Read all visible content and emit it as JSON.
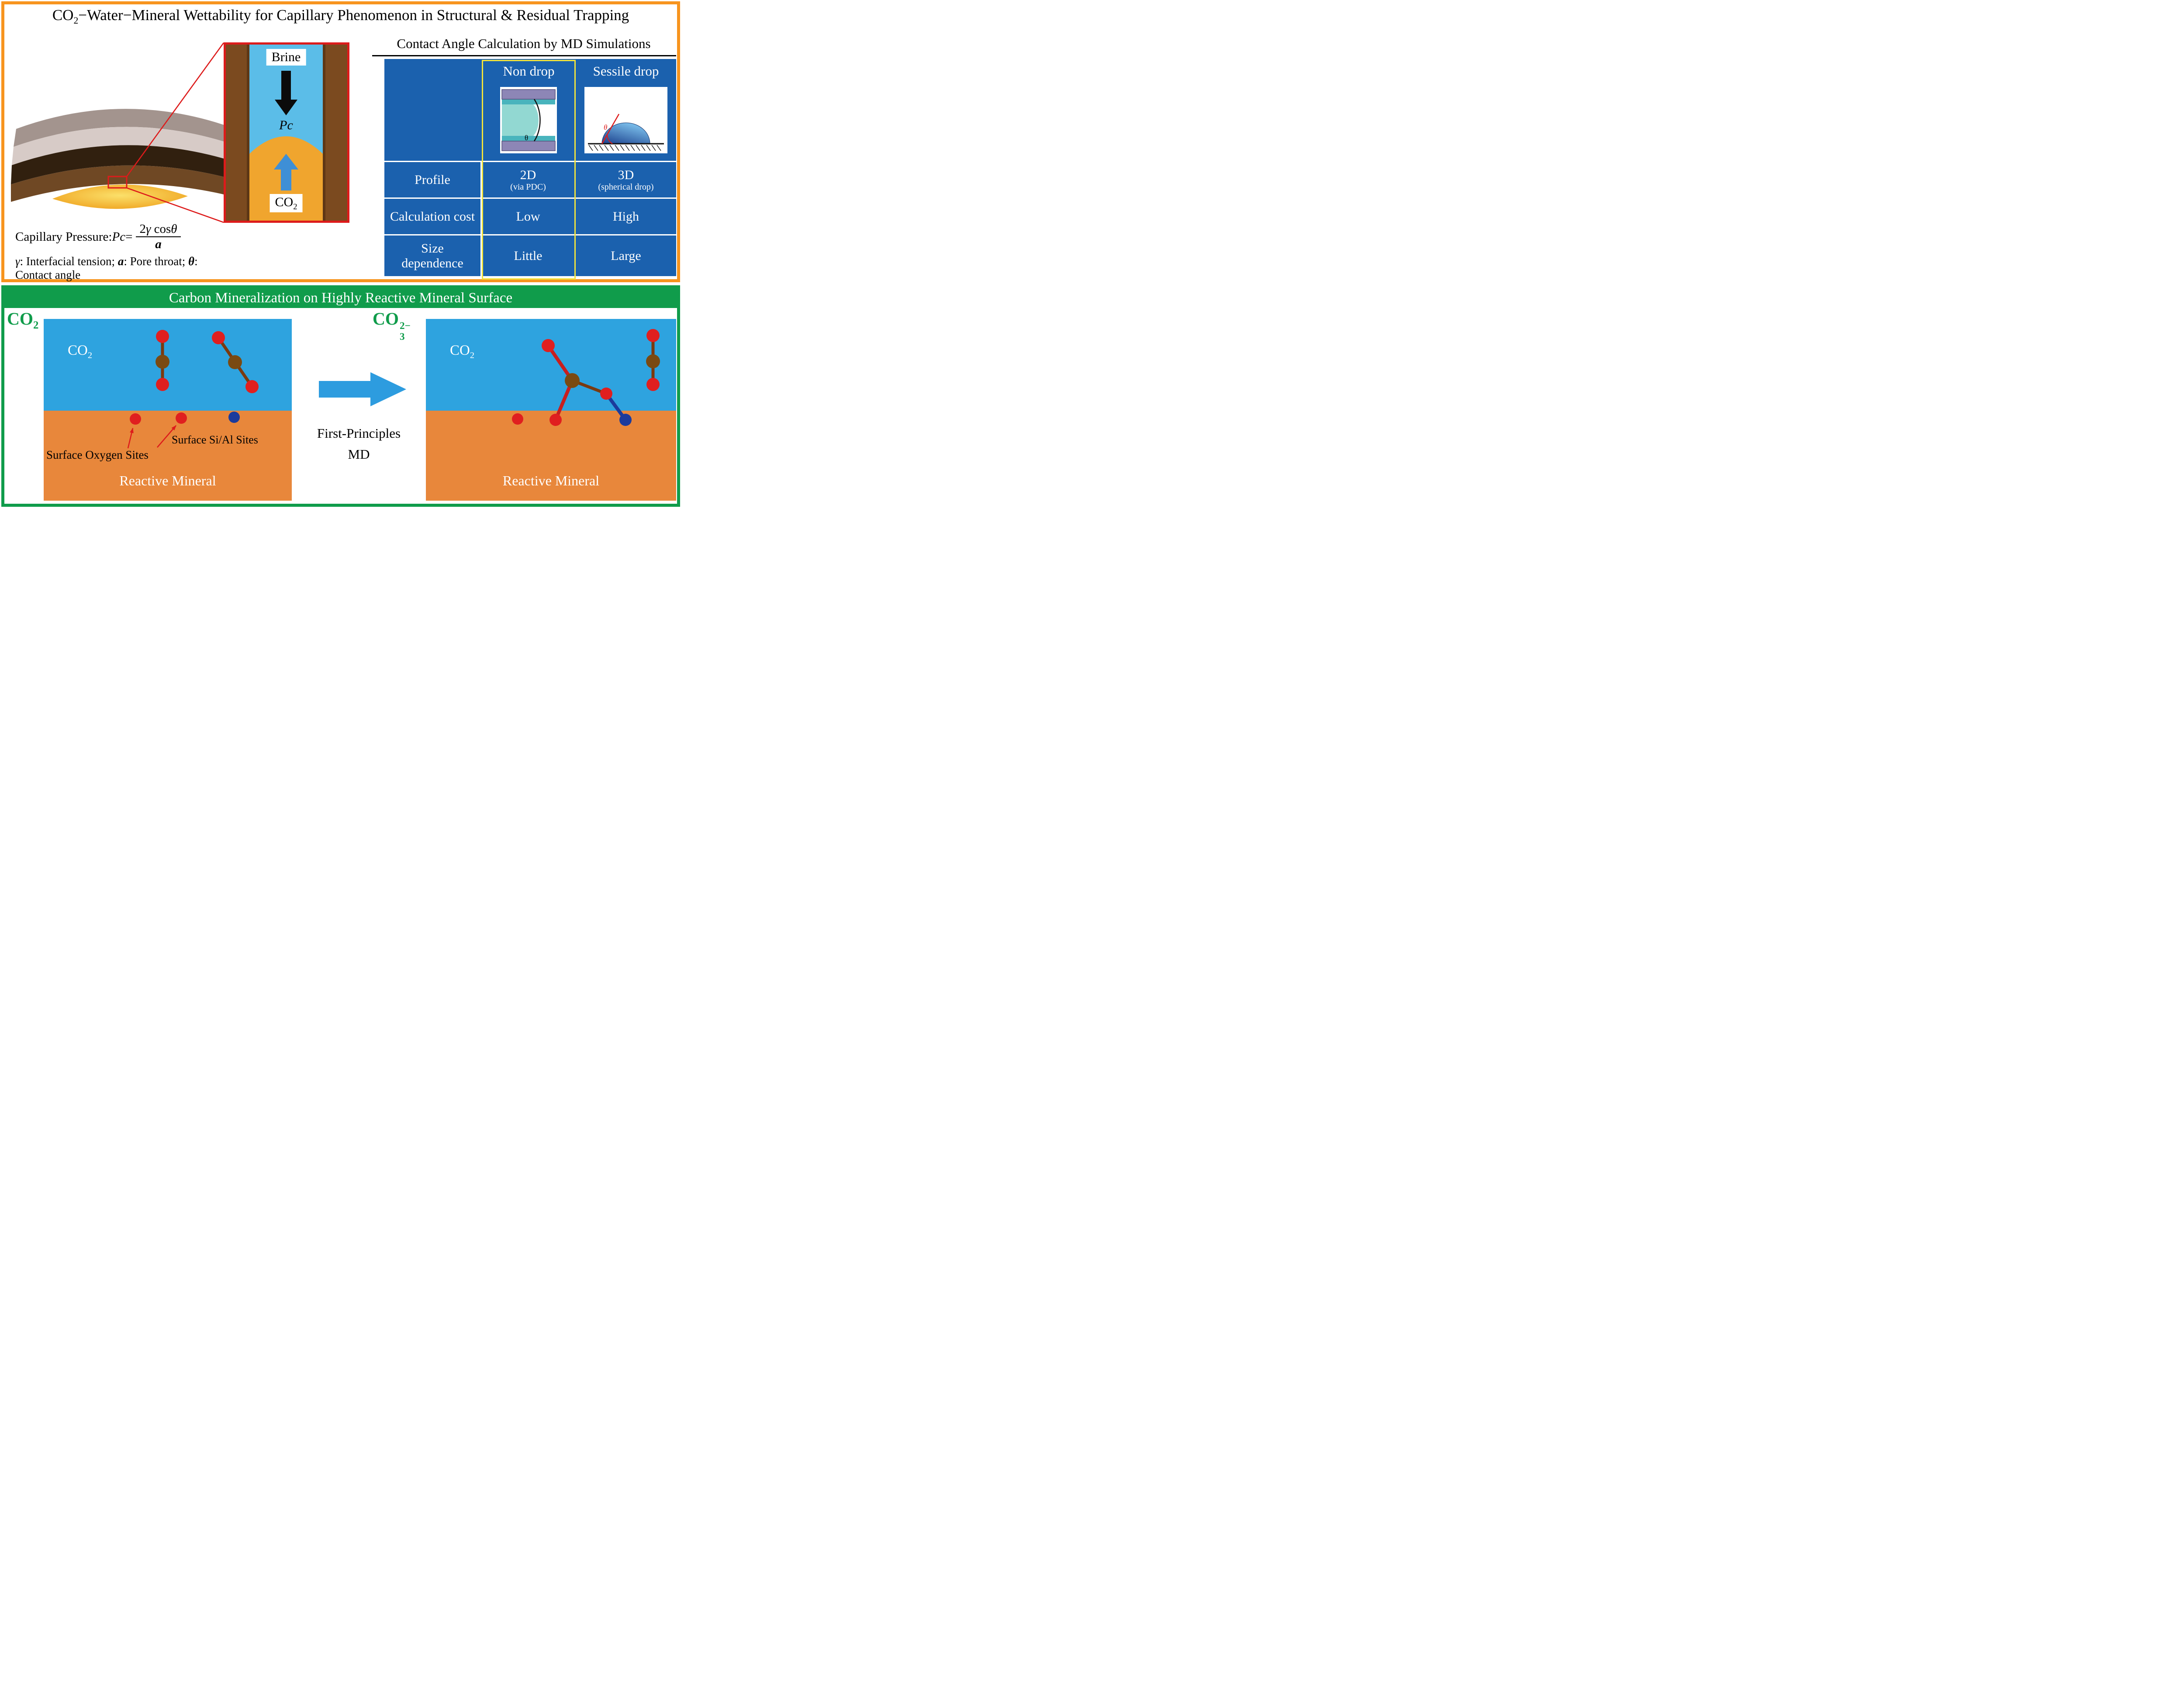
{
  "colors": {
    "orange": "#F7941E",
    "green": "#109C4B",
    "table-blue": "#1B61AE",
    "panel-blue": "#2EA3DF",
    "panel-orange": "#E8873B",
    "cap-blue": "#5BBDE8",
    "cap-orange": "#F0A52E",
    "wall-brown": "#7B4A1F",
    "wall-edge": "#5E3715",
    "red": "#DD1B1B",
    "atom-red": "#E01F1F",
    "atom-brown": "#7A4A12",
    "atom-blue": "#1C3B9C",
    "bond-red": "#C81E1E",
    "bond-brown": "#7A3A10",
    "arrow-blue": "#2D9CDF",
    "cap-arrow-blue": "#3E8FD6",
    "highlight-yellow": "#F3E33A"
  },
  "header": {
    "title_pre": "CO",
    "title_sub": "2",
    "title_rest": "−Water−Mineral Wettability for Capillary Phenomenon in Structural & Residual Trapping"
  },
  "capillary": {
    "brine_label": "Brine",
    "pc_label": "Pc",
    "co2_base": "CO",
    "co2_sub": "2"
  },
  "formula": {
    "intro": "Capillary Pressure: ",
    "pc": "Pc",
    "equals": " = ",
    "num_coeff": "2",
    "num_gamma": "γ",
    "num_cos": " cos",
    "num_theta": "θ",
    "denominator": "a",
    "legend_gamma_sym": "γ",
    "legend_gamma_text": ": Interfacial tension; ",
    "legend_a_sym": "a",
    "legend_a_text": ": Pore throat; ",
    "legend_theta_sym": "θ",
    "legend_theta_text": ": Contact angle"
  },
  "md_table": {
    "heading": "Contact Angle Calculation by MD Simulations",
    "columns": [
      "Non drop",
      "Sessile drop"
    ],
    "theta": "θ",
    "rows": [
      {
        "label": "Profile",
        "non_drop": "2D",
        "non_drop_note": "(via PDC)",
        "sessile": "3D",
        "sessile_note": "(spherical drop)"
      },
      {
        "label": "Calculation cost",
        "non_drop": "Low",
        "sessile": "High"
      },
      {
        "label": "Size dependence",
        "non_drop": "Little",
        "sessile": "Large"
      }
    ]
  },
  "mineralization": {
    "banner": "Carbon Mineralization on Highly Reactive Mineral Surface",
    "left": {
      "corner_base": "CO",
      "corner_sub": "2",
      "region_base": "CO",
      "region_sub": "2",
      "mineral_label": "Reactive Mineral",
      "oxygen_sites_label": "Surface Oxygen Sites",
      "si_al_sites_label": "Surface Si/Al Sites"
    },
    "process": {
      "line1": "First-Principles",
      "line2": "MD"
    },
    "right": {
      "corner_base": "CO",
      "corner_sub": "3",
      "corner_sup": "2−",
      "region_base": "CO",
      "region_sub": "2",
      "mineral_label": "Reactive Mineral"
    }
  }
}
